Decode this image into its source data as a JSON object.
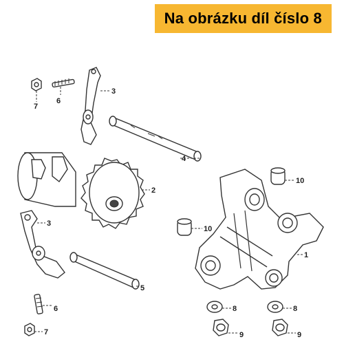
{
  "banner": {
    "text": "Na obrázku díl číslo 8",
    "color": "#f7b731"
  },
  "callouts": {
    "c1": "1",
    "c2": "2",
    "c3a": "3",
    "c3b": "3",
    "c4": "4",
    "c5": "5",
    "c6a": "6",
    "c6b": "6",
    "c7a": "7",
    "c7b": "7",
    "c8a": "8",
    "c8b": "8",
    "c9a": "9",
    "c9b": "9",
    "c10a": "10",
    "c10b": "10"
  }
}
